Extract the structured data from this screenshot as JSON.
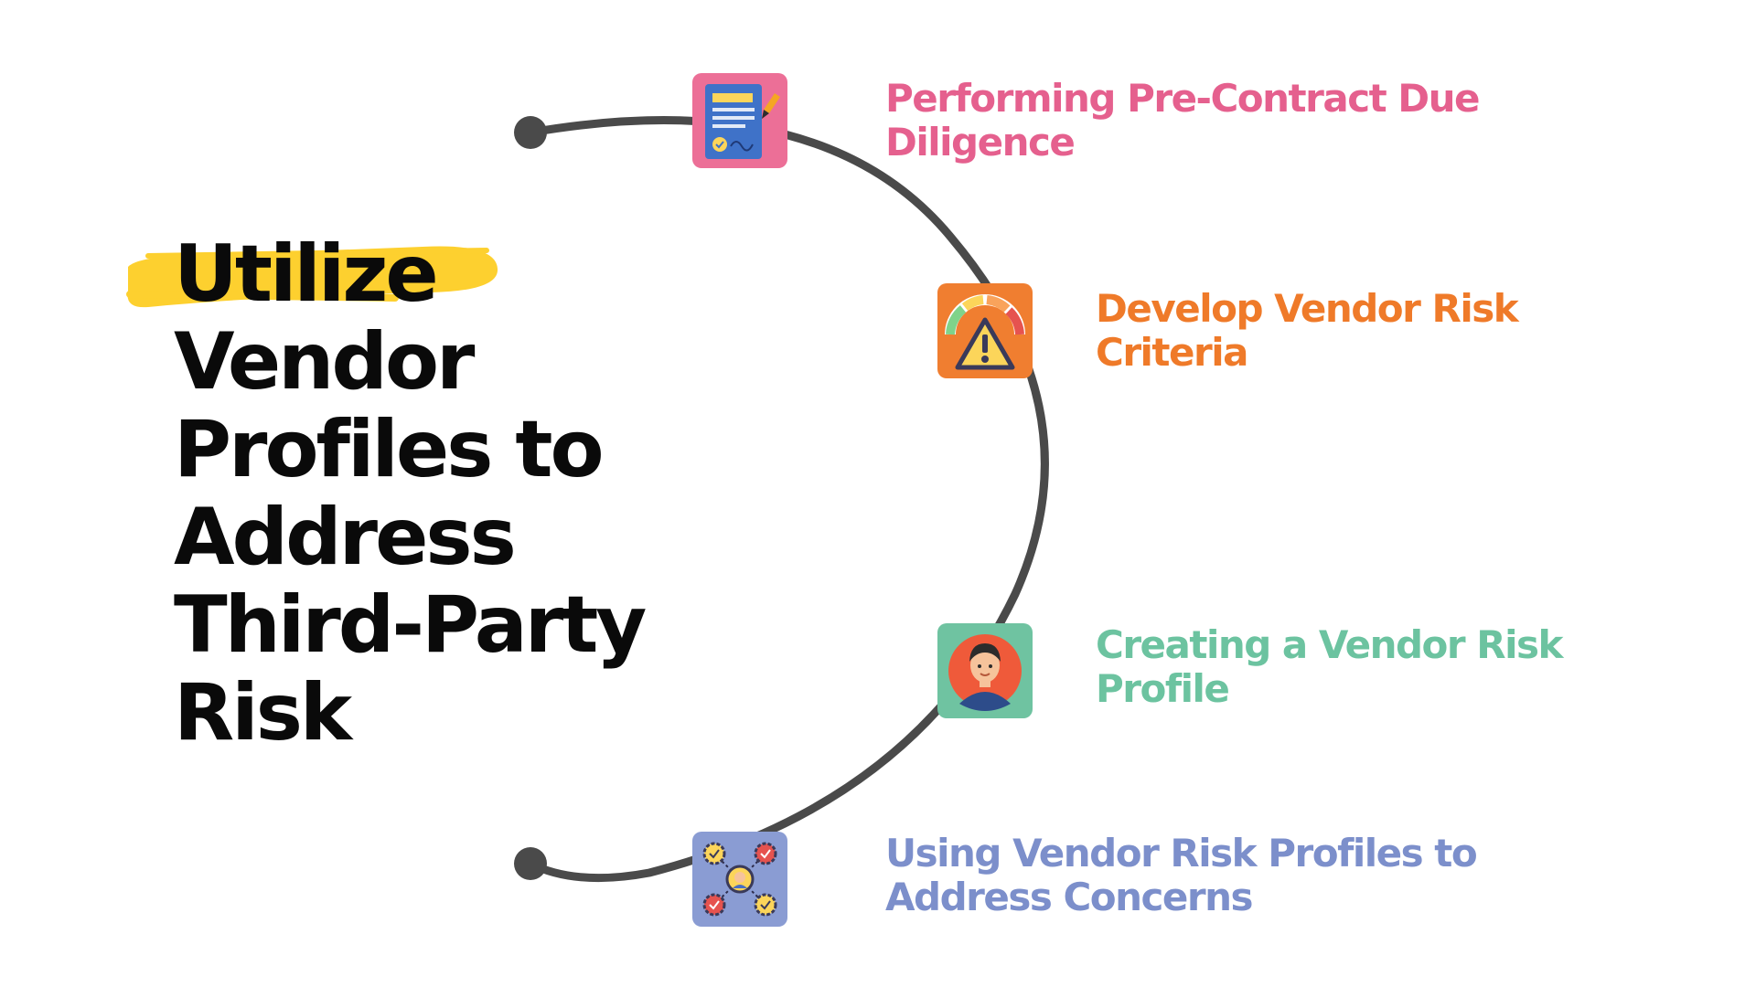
{
  "title": {
    "highlight_word": "Utilize",
    "lines": [
      "Vendor",
      "Profiles to",
      "Address",
      "Third-Party",
      "Risk"
    ]
  },
  "colors": {
    "highlight": "#fdd02f",
    "arc": "#4a4a4a",
    "title_text": "#0a0a0a"
  },
  "steps": [
    {
      "label_lines": [
        "Performing Pre-Contract Due",
        "Diligence"
      ],
      "color": "#e5608e",
      "icon": "contract-document-icon",
      "icon_bg": "#ec6f97"
    },
    {
      "label_lines": [
        "Develop Vendor Risk",
        "Criteria"
      ],
      "color": "#ef7a29",
      "icon": "risk-gauge-warning-icon",
      "icon_bg": "#f07e30"
    },
    {
      "label_lines": [
        "Creating a Vendor Risk",
        "Profile"
      ],
      "color": "#6cc3a0",
      "icon": "person-avatar-icon",
      "icon_bg": "#6fc3a1"
    },
    {
      "label_lines": [
        "Using Vendor Risk Profiles to",
        "Address Concerns"
      ],
      "color": "#7c8fcb",
      "icon": "network-gears-icon",
      "icon_bg": "#8a9cd3"
    }
  ]
}
